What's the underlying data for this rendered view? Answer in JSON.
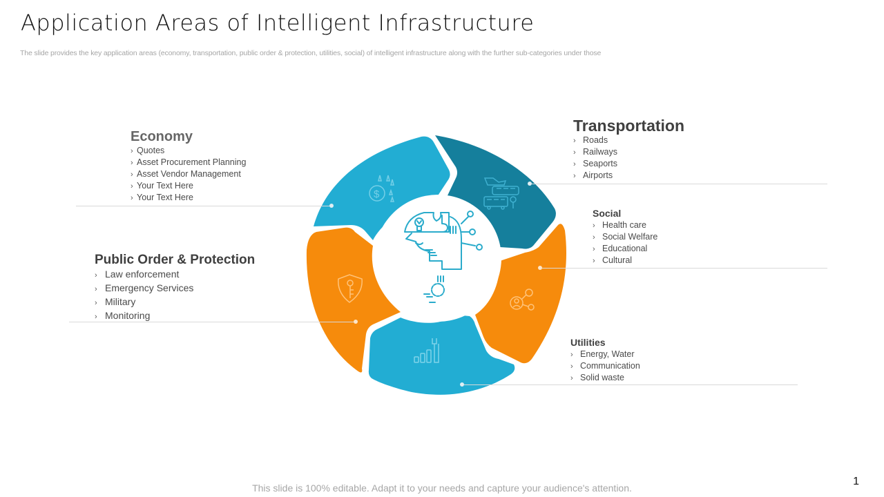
{
  "header": {
    "title": "Application Areas of Intelligent Infrastructure",
    "subtitle": "The slide provides the key application areas (economy, transportation, public order & protection, utilities, social) of intelligent infrastructure along with the further sub-categories under those"
  },
  "colors": {
    "light_blue": "#22ADD3",
    "dark_teal": "#157F9C",
    "orange": "#F68B0C",
    "center_icon": "#2AABCB"
  },
  "center": {
    "icon": "ai-brain-head-icon"
  },
  "segments": [
    {
      "id": "economy",
      "title": "Economy",
      "color": "#22ADD3",
      "icon": "money-bag-dollar-icon",
      "items": [
        "Quotes",
        "Asset Procurement Planning",
        "Asset Vendor Management",
        "Your Text Here",
        "Your Text Here"
      ]
    },
    {
      "id": "transportation",
      "title": "Transportation",
      "color": "#157F9C",
      "icon": "transport-vehicles-icon",
      "items": [
        "Roads",
        "Railways",
        "Seaports",
        "Airports"
      ]
    },
    {
      "id": "social",
      "title": "Social",
      "color": "#F68B0C",
      "icon": "social-network-people-icon",
      "items": [
        "Health care",
        "Social Welfare",
        "Educational",
        "Cultural"
      ]
    },
    {
      "id": "utilities",
      "title": "Utilities",
      "color": "#22ADD3",
      "icon": "wrench-bar-chart-icon",
      "items": [
        "Energy, Water",
        "Communication",
        "Solid waste"
      ]
    },
    {
      "id": "public_order",
      "title": "Public Order & Protection",
      "color": "#F68B0C",
      "icon": "shield-key-icon",
      "items": [
        "Law enforcement",
        "Emergency Services",
        "Military",
        "Monitoring"
      ]
    }
  ],
  "bullet_glyph": "›",
  "footer": {
    "note": "This slide is 100% editable. Adapt it to your needs and capture your audience's attention.",
    "page_number": "1"
  }
}
